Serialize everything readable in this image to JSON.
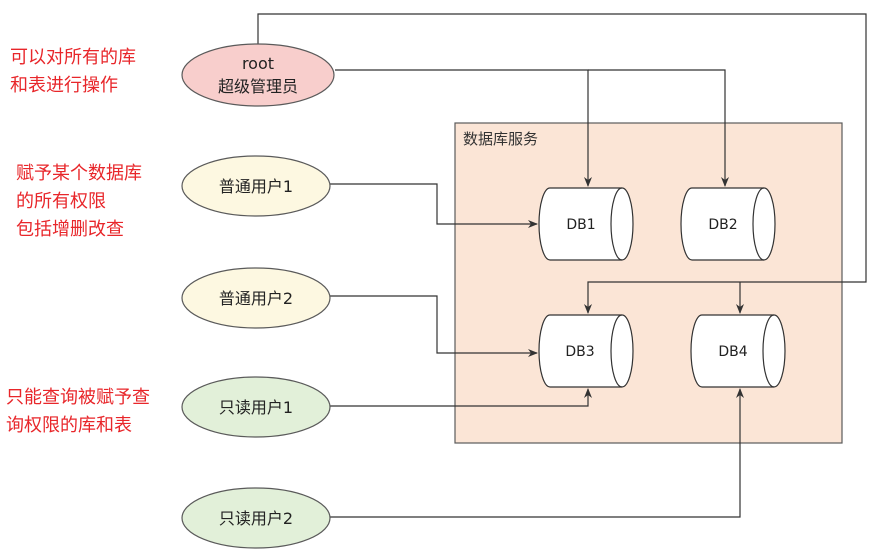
{
  "notes": {
    "root_lines": [
      "可以对所有的库",
      "和表进行操作"
    ],
    "user_lines": [
      "赋予某个数据库",
      "的所有权限",
      "包括增删改查"
    ],
    "readonly_lines": [
      "只能查询被赋予查",
      "询权限的库和表"
    ]
  },
  "actors": {
    "root_name": "root",
    "root_role": "超级管理员",
    "user1": "普通用户1",
    "user2": "普通用户2",
    "ro1": "只读用户1",
    "ro2": "只读用户2"
  },
  "service": {
    "title": "数据库服务"
  },
  "databases": {
    "db1": "DB1",
    "db2": "DB2",
    "db3": "DB3",
    "db4": "DB4"
  },
  "colors": {
    "root_fill": "#f8cecc",
    "user_fill": "#fdf8e1",
    "readonly_fill": "#e2f0d9",
    "service_fill": "#fbe5d6",
    "note_text": "#e8262a"
  }
}
